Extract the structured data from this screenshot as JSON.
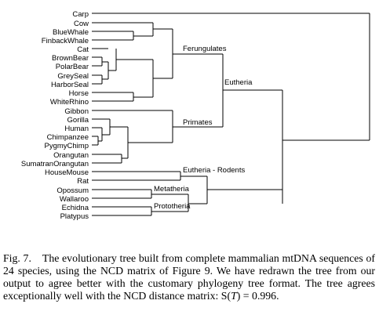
{
  "tree": {
    "species": [
      "Carp",
      "Cow",
      "BlueWhale",
      "FinbackWhale",
      "Cat",
      "BrownBear",
      "PolarBear",
      "GreySeal",
      "HarborSeal",
      "Horse",
      "WhiteRhino",
      "Gibbon",
      "Gorilla",
      "Human",
      "Chimpanzee",
      "PygmyChimp",
      "Orangutan",
      "SumatranOrangutan",
      "HouseMouse",
      "Rat",
      "Opossum",
      "Wallaroo",
      "Echidna",
      "Platypus"
    ],
    "clade_labels": {
      "ferungulates": "Ferungulates",
      "eutheria": "Eutheria",
      "primates": "Primates",
      "rodents": "Eutheria - Rodents",
      "metatheria": "Metatheria",
      "prototheria": "Prototheria"
    }
  },
  "caption": {
    "label": "Fig. 7.",
    "text": "The evolutionary tree built from complete mammalian mtDNA sequences of 24 species, using the NCD matrix of Figure 9. We have redrawn the tree from our output to agree better with the customary phylogeny tree format. The tree agrees exceptionally well with the NCD distance matrix:",
    "score_prefix": "S(",
    "score_var": "T",
    "score_suffix": ") = 0.996."
  }
}
